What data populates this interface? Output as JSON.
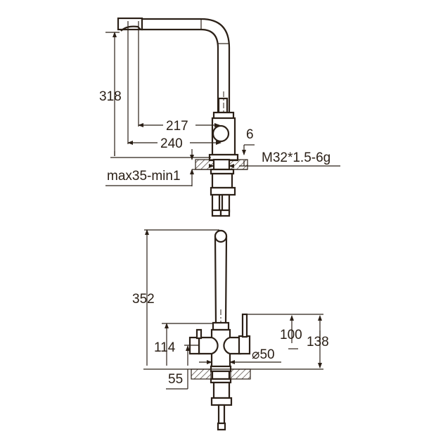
{
  "drawing": {
    "title": "Kitchen faucet dimensional drawing",
    "line_color": "#2b2017",
    "background": "#ffffff",
    "side_view": {
      "dimensions": {
        "spout_height": "318",
        "spout_reach_inner": "217",
        "spout_reach_outer": "240",
        "base_ring_height": "6",
        "thread": "M32*1.5-6g",
        "countertop_thickness": "max35-min1"
      }
    },
    "front_view": {
      "dimensions": {
        "total_height": "352",
        "body_height": "114",
        "side_handle_height": "55",
        "filter_lever_height": "100",
        "lever_top_height": "138",
        "base_diameter": "⌀50"
      }
    }
  }
}
